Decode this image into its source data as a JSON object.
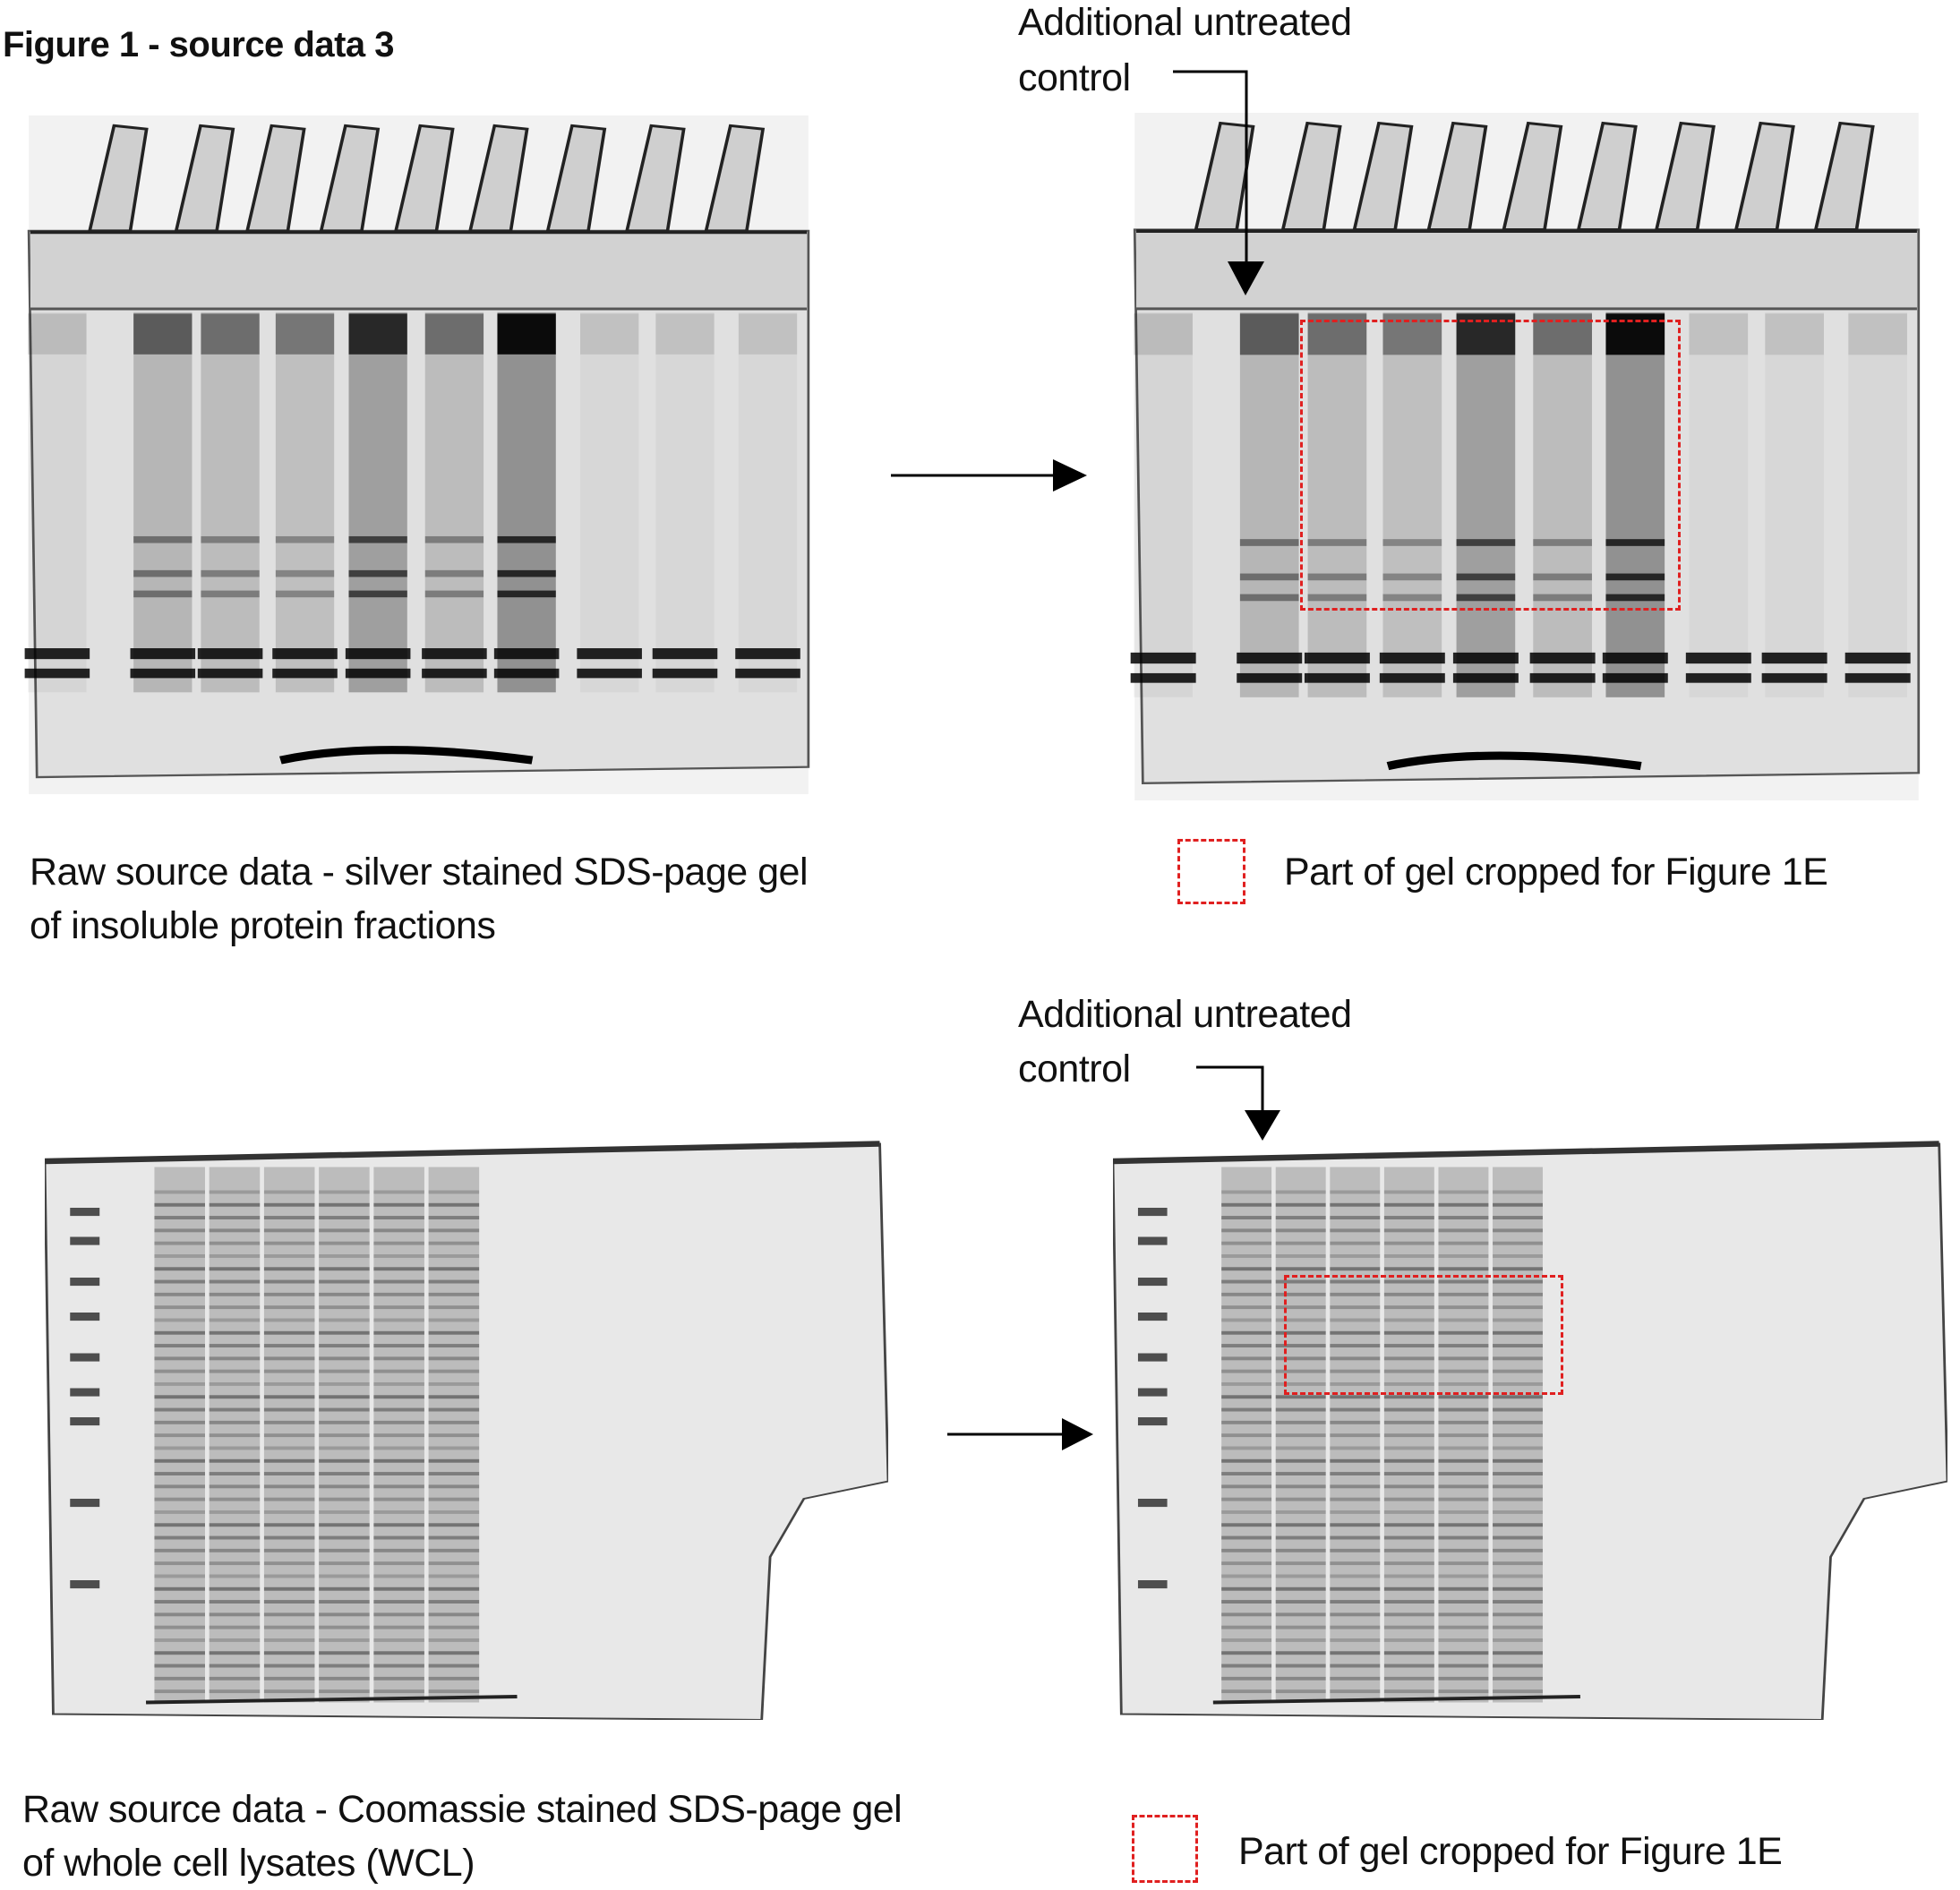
{
  "figure_title": "Figure 1 - source data 3",
  "colors": {
    "crop_box": "#e02020",
    "arrow": "#000000",
    "gel_background": "#e4e4e4"
  },
  "top_panel": {
    "annotation_line1": "Additional untreated",
    "annotation_line2": "control",
    "caption_line1": "Raw source data - silver stained SDS-page gel",
    "caption_line2": "of insoluble protein fractions",
    "legend_text": "Part of gel cropped for Figure 1E"
  },
  "bottom_panel": {
    "annotation_line1": "Additional untreated",
    "annotation_line2": "control",
    "caption_line1": "Raw source data - Coomassie stained SDS-page gel",
    "caption_line2": "of whole cell lysates (WCL)",
    "legend_text": "Part of gel cropped for Figure 1E"
  }
}
